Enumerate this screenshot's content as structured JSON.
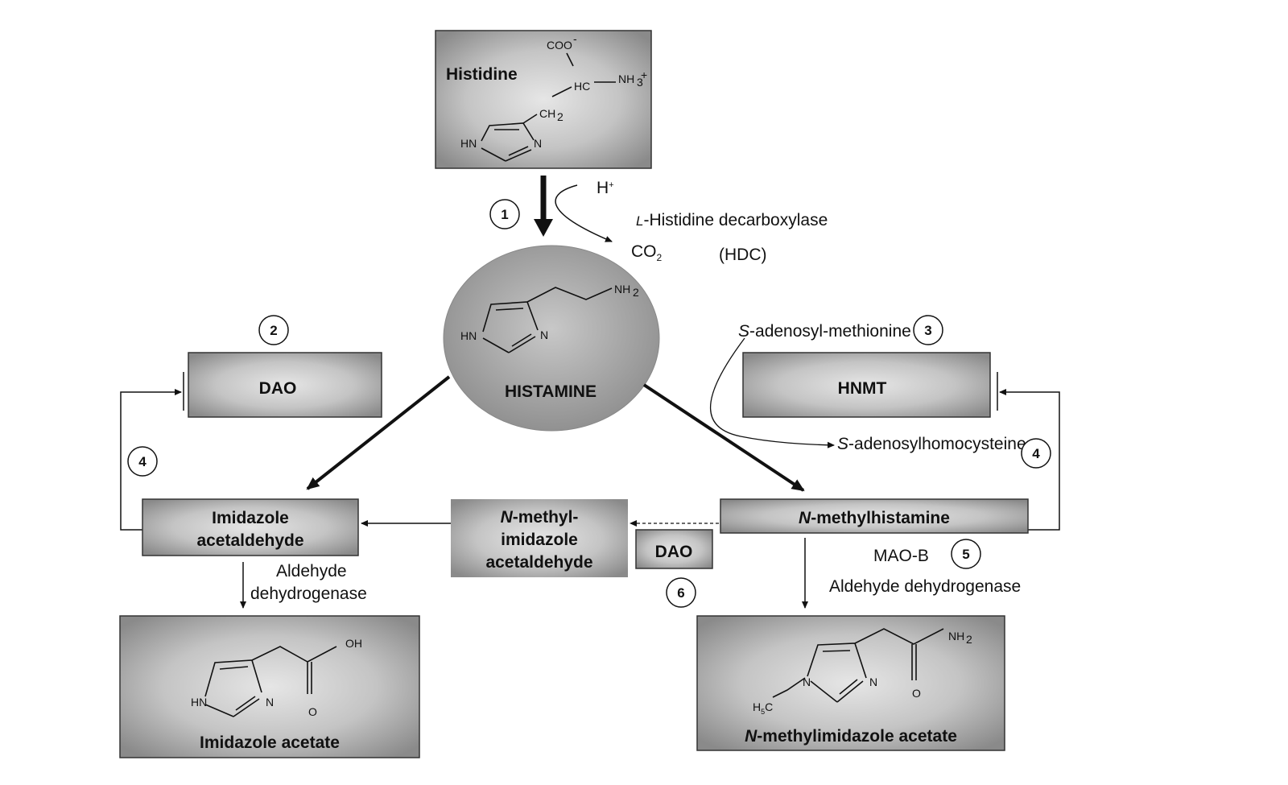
{
  "histidine": {
    "title": "Histidine",
    "atoms": {
      "coo": "COO",
      "coo_charge": "-",
      "hc": "HC",
      "nh3": "NH",
      "nh3_sub": "3",
      "nh3_charge": "+",
      "ch2": "CH",
      "ch2_sub": "2",
      "hn": "HN",
      "n": "N"
    }
  },
  "step1": {
    "number": "1",
    "h_plus": "H",
    "h_plus_sup": "+",
    "enzyme_prefix": "L",
    "enzyme": "-Histidine decarboxylase",
    "co2": "CO",
    "co2_sub": "2",
    "abbrev": "(HDC)"
  },
  "histamine": {
    "title": "HISTAMINE",
    "atoms": {
      "nh2": "NH",
      "nh2_sub": "2",
      "hn": "HN",
      "n": "N"
    }
  },
  "dao": {
    "number": "2",
    "label": "DAO"
  },
  "hnmt": {
    "number": "3",
    "label": "HNMT",
    "cofactor_prefix": "S",
    "cofactor": "-adenosyl-methionine",
    "product_prefix": "S",
    "product": "-adenosylhomocysteine",
    "feedback_number": "4"
  },
  "left_feedback_number": "4",
  "imidazole_acetaldehyde": {
    "line1": "Imidazole",
    "line2": "acetaldehyde",
    "enzyme_line1": "Aldehyde",
    "enzyme_line2": "dehydrogenase"
  },
  "n_methyl_imidazole_acetaldehyde": {
    "line1_prefix": "N",
    "line1": "-methyl-",
    "line2": "imidazole",
    "line3": "acetaldehyde"
  },
  "n_methylhistamine": {
    "prefix": "N",
    "label": "-methylhistamine",
    "enzyme1": "MAO-B",
    "enzyme1_number": "5",
    "enzyme2": "Aldehyde dehydrogenase"
  },
  "dao_small": {
    "label": "DAO",
    "number": "6"
  },
  "imidazole_acetate": {
    "title": "Imidazole acetate",
    "atoms": {
      "oh": "OH",
      "o": "O",
      "hn": "HN",
      "n": "N"
    }
  },
  "n_methylimidazole_acetate": {
    "title_prefix": "N",
    "title": "-methylimidazole acetate",
    "atoms": {
      "nh2": "NH",
      "nh2_sub": "2",
      "o": "O",
      "n1": "N",
      "n2": "N",
      "h5c": "H",
      "h5c_sub": "5",
      "h5c_c": "C"
    }
  }
}
